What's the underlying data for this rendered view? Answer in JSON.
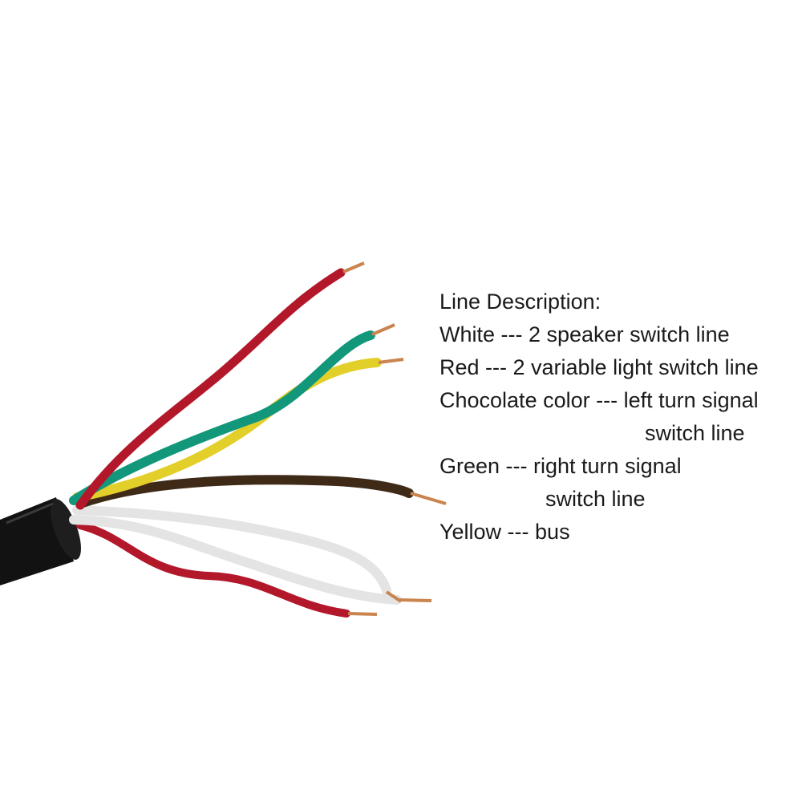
{
  "legend": {
    "heading": "Line Description:",
    "items": [
      {
        "text": "White --- 2 speaker switch line"
      },
      {
        "text": "Red --- 2 variable light switch line"
      },
      {
        "text": "Chocolate color --- left turn signal",
        "continuation": "switch line"
      },
      {
        "text": "Green --- right turn signal",
        "continuation": "switch line"
      },
      {
        "text": "Yellow --- bus"
      }
    ]
  },
  "colors": {
    "background": "#ffffff",
    "jacket": "#121212",
    "red_wire": "#b3172a",
    "green_wire": "#12977a",
    "yellow_wire": "#e3cf2a",
    "brown_wire": "#3f2a17",
    "white_wire": "#e4e4e4",
    "copper": "#c9844f",
    "text": "#1a1a1a"
  }
}
